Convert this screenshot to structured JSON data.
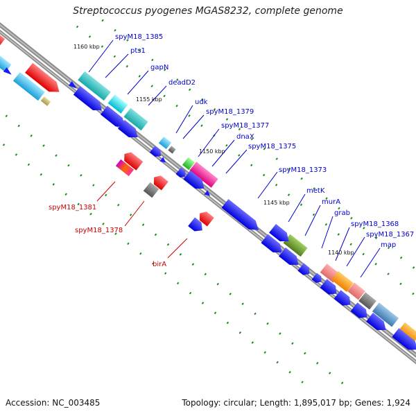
{
  "title": "Streptococcus pyogenes MGAS8232, complete genome",
  "footer": {
    "accession": "Accession: NC_003485",
    "summary": "Topology: circular; Length: 1,895,017 bp; Genes: 1,924"
  },
  "scale_labels": [
    "1160 kbp",
    "1155 kbp",
    "1150 kbp",
    "1145 kbp",
    "1140 kbp"
  ],
  "gene_labels_blue": [
    "spyM18_1385",
    "pts1",
    "gapN",
    "deadD2",
    "udk",
    "spyM18_1379",
    "spyM18_1377",
    "dnaX",
    "spyM18_1375",
    "spyM18_1373",
    "metK",
    "murA",
    "grab",
    "spyM18_1368",
    "spyM18_1367",
    "map"
  ],
  "gene_labels_red": [
    "spyM18_1381",
    "spyM18_1378",
    "birA"
  ],
  "colors": {
    "forward_strand_gene": "#1a1aff",
    "reverse_strand_gene": "#ff0000",
    "blue_label": "#0000cc",
    "red_label": "#cc0000",
    "backbone": "#888888",
    "tick": "#1a8a1a"
  }
}
